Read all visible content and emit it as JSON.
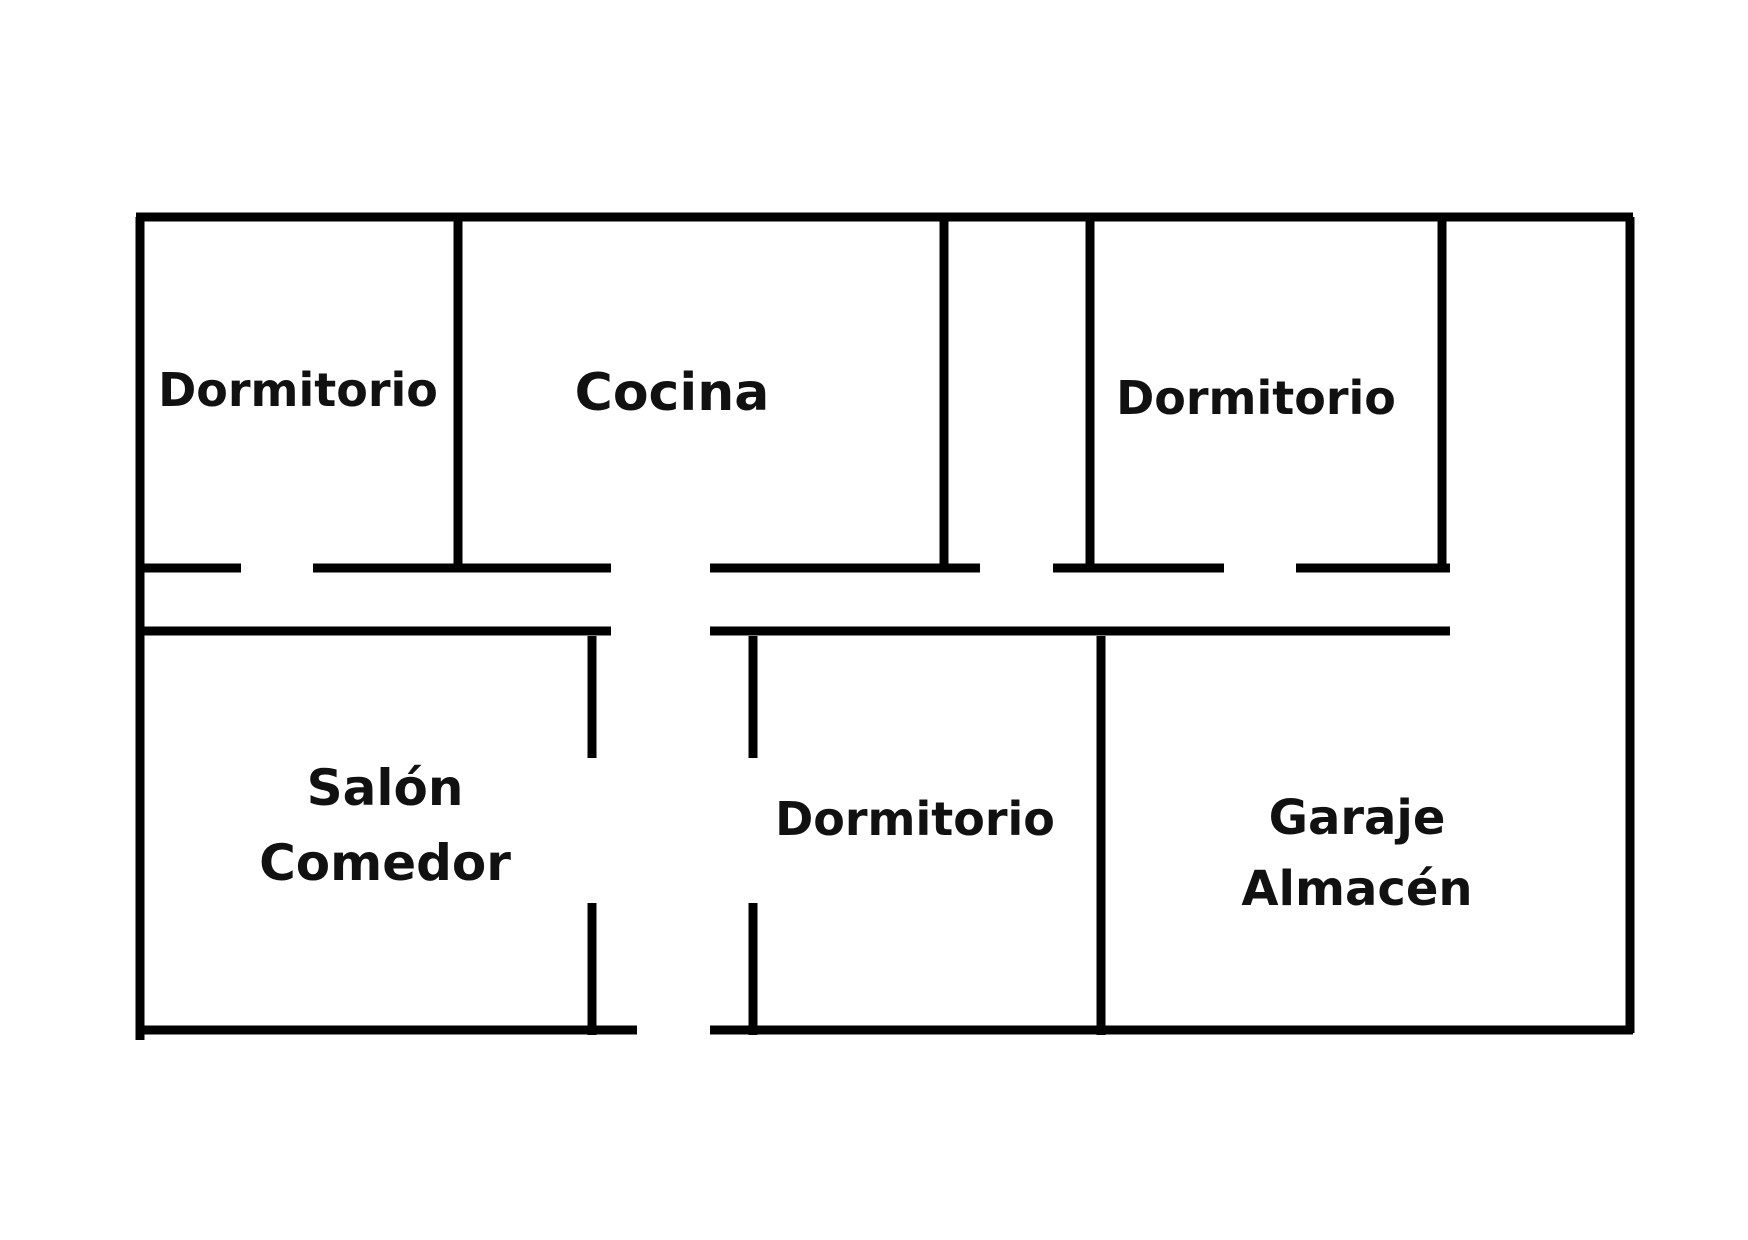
{
  "floor_plan": {
    "rooms": [
      {
        "id": "bedroom-top-left",
        "lines": [
          "Dormitorio"
        ]
      },
      {
        "id": "kitchen",
        "lines": [
          "Cocina"
        ]
      },
      {
        "id": "bedroom-top-right",
        "lines": [
          "Dormitorio"
        ]
      },
      {
        "id": "living-dining",
        "lines": [
          "Salón",
          "Comedor"
        ]
      },
      {
        "id": "bedroom-bottom",
        "lines": [
          "Dormitorio"
        ]
      },
      {
        "id": "garage-storage",
        "lines": [
          "Garaje",
          "Almacén"
        ]
      }
    ]
  }
}
